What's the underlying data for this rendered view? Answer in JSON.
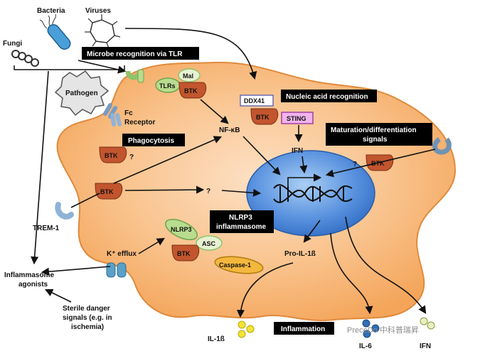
{
  "microbes": {
    "bacteria": "Bacteria",
    "viruses": "Viruses",
    "fungi": "Fungi",
    "pathogen": "Pathogen"
  },
  "receptors": {
    "fc_receptor_line1": "Fc",
    "fc_receptor_line2": "Receptor",
    "tlrs": "TLRs",
    "mal": "Mal",
    "trem1": "TREM-1",
    "ddx41": "DDX41",
    "sting": "STING"
  },
  "boxes": {
    "microbe_recognition": "Microbe recognition via TLR",
    "nucleic_acid_recognition": "Nucleic acid recognition",
    "phagocytosis": "Phagocytosis",
    "maturation_line1": "Maturation/differentiation",
    "maturation_line2": "signals",
    "nlrp3_line1": "NLRP3",
    "nlrp3_line2": "inflammasome",
    "inflammation": "Inflammation"
  },
  "btk_label": "BTK",
  "question_mark": "?",
  "pathway": {
    "nfkb": "NF-κB",
    "ifn": "IFN",
    "pro_il1b": "Pro-IL-1ß"
  },
  "inflammasome": {
    "nlrp3": "NLRP3",
    "asc": "ASC",
    "caspase1": "Caspase-1",
    "k_efflux": "K⁺ efflux"
  },
  "left": {
    "agonists_line1": "Inflammasome",
    "agonists_line2": "agonists",
    "sterile_line1": "Sterile danger",
    "sterile_line2": "signals (e.g. in",
    "sterile_line3": "ischemia)"
  },
  "outputs": {
    "il1b": "IL-1ß",
    "il6": "IL-6",
    "ifn": "IFN"
  },
  "watermark": "PreceDo 中科普瑞昇",
  "colors": {
    "cell": "#f7b46b",
    "nucleus": "#4d86d6",
    "btk": "#c2552e",
    "receptor_green": "#b9dc8f",
    "receptor_blue": "#8fb3d6",
    "sting_fill": "#f0b3ec",
    "caspase_fill": "#f4b73d"
  }
}
